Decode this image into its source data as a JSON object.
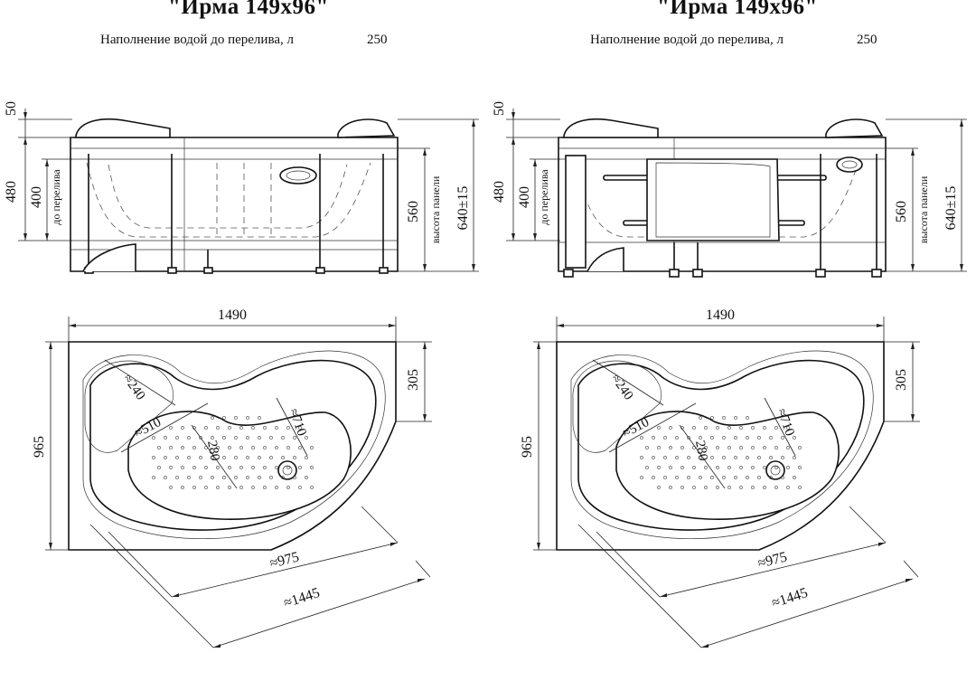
{
  "panels": [
    {
      "title": "\"Ирма 149х96\"",
      "fill_label": "Наполнение водой до перелива, л",
      "fill_value": "250",
      "dims": {
        "d50": "50",
        "d480": "480",
        "d400": "400",
        "do_pereliva": "до перелива",
        "d560": "560",
        "vysota_paneli": "высота панели",
        "d640": "640±15",
        "d1490": "1490",
        "d305": "305",
        "d965": "965",
        "d240": "≈240",
        "d510": "≈510",
        "d280": "280",
        "d710": "≈710",
        "d975": "≈975",
        "d1445": "≈1445"
      }
    },
    {
      "title": "\"Ирма 149х96\"",
      "fill_label": "Наполнение водой до перелива, л",
      "fill_value": "250",
      "dims": {
        "d50": "50",
        "d480": "480",
        "d400": "400",
        "do_pereliva": "до перелива",
        "d560": "560",
        "vysota_paneli": "высота панели",
        "d640": "640±15",
        "d1490": "1490",
        "d305": "305",
        "d965": "965",
        "d240": "≈240",
        "d510": "≈510",
        "d280": "280",
        "d710": "≈710",
        "d975": "≈975",
        "d1445": "≈1445"
      }
    }
  ]
}
